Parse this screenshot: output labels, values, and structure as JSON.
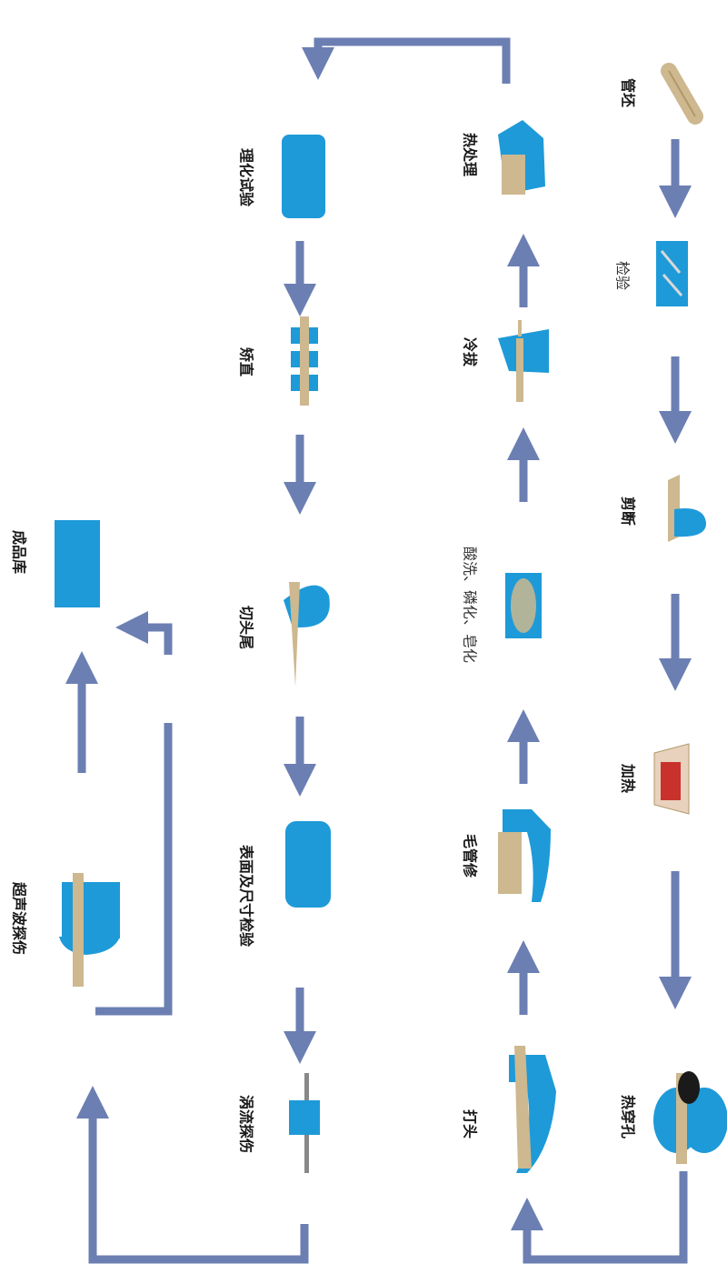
{
  "colors": {
    "arrow": "#6c7fb3",
    "blue": "#1e9ad8",
    "blue_dark": "#0f6fa8",
    "tan": "#cdb88f",
    "red": "#c9322c"
  },
  "steps": [
    {
      "id": "tube-blank",
      "label": "管坯",
      "icon": "tube-icon"
    },
    {
      "id": "inspection",
      "label": "检验",
      "icon": "inspection-icon"
    },
    {
      "id": "cutting",
      "label": "剪断",
      "icon": "cutting-icon"
    },
    {
      "id": "heating",
      "label": "加热",
      "icon": "furnace-icon"
    },
    {
      "id": "piercing",
      "label": "热穿孔",
      "icon": "piercing-rolls-icon"
    },
    {
      "id": "heading",
      "label": "打头",
      "icon": "heading-icon"
    },
    {
      "id": "tube-repair",
      "label": "毛管修",
      "icon": "tube-repair-icon"
    },
    {
      "id": "pickling",
      "label": "酸洗、磷化、皂化",
      "icon": "pickling-tank-icon"
    },
    {
      "id": "cold-drawing",
      "label": "冷拔",
      "icon": "cold-drawing-icon"
    },
    {
      "id": "heat-treatment",
      "label": "热处理",
      "icon": "heat-treatment-icon"
    },
    {
      "id": "physchem-test",
      "label": "理化试验",
      "icon": "test-box-icon"
    },
    {
      "id": "straightening",
      "label": "矫直",
      "icon": "straightener-icon"
    },
    {
      "id": "cut-ends",
      "label": "切头尾",
      "icon": "saw-icon"
    },
    {
      "id": "surface-size-check",
      "label": "表面及尺寸检验",
      "icon": "check-box-icon"
    },
    {
      "id": "eddy-current",
      "label": "涡流探伤",
      "icon": "eddy-probe-icon"
    },
    {
      "id": "ultrasonic",
      "label": "超声波探伤",
      "icon": "ultrasonic-icon"
    },
    {
      "id": "warehouse",
      "label": "成品库",
      "icon": "warehouse-icon"
    }
  ]
}
